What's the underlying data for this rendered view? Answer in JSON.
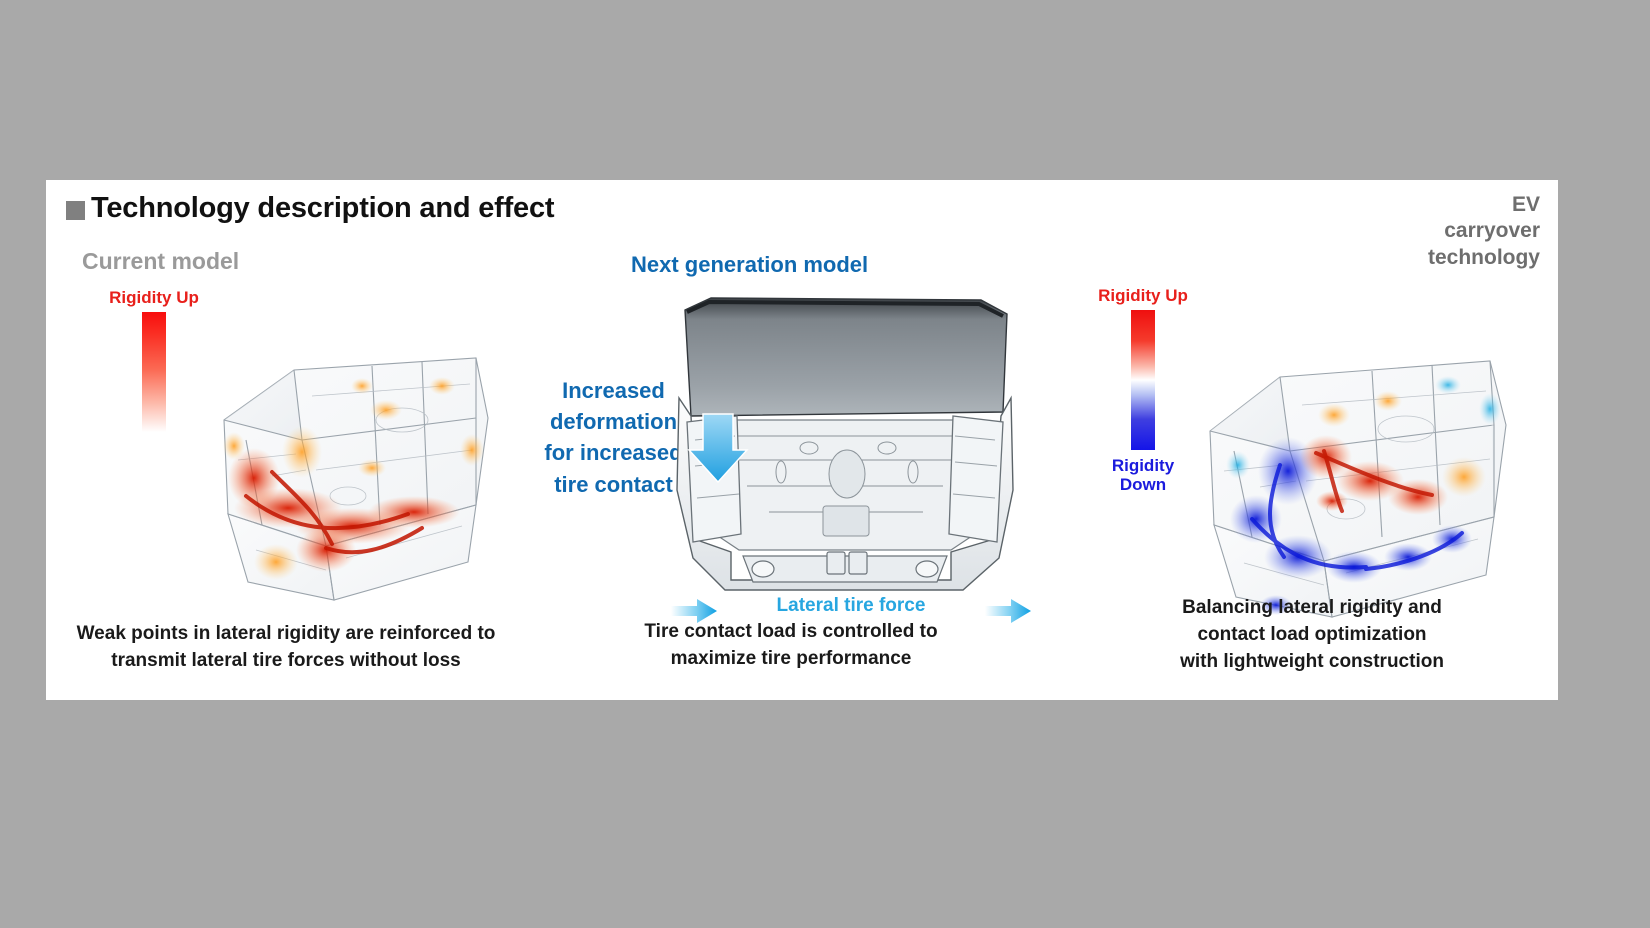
{
  "header": {
    "bullet": "square-bullet",
    "title": "Technology description and effect",
    "ev_tag_line1": "EV",
    "ev_tag_line2": "carryover",
    "ev_tag_line3": "technology"
  },
  "colors": {
    "background": "#a9a9a9",
    "panel": "#ffffff",
    "title": "#111111",
    "muted_label": "#9a9a9a",
    "accent_blue": "#1069b0",
    "cyan": "#27a6e0",
    "rigidity_up": "#e8201b",
    "rigidity_down": "#1b1bdd",
    "bullet_gray": "#808080"
  },
  "left_panel": {
    "label": "Current model",
    "legend": {
      "top_label": "Rigidity Up",
      "bar": "red-to-white-gradient"
    },
    "render_alt": "current-model-body-structure-rigidity-map",
    "caption_line1": "Weak points in lateral rigidity are reinforced to",
    "caption_line2": "transmit lateral tire forces without loss"
  },
  "mid_panel": {
    "label": "Next generation model",
    "note_line1": "Increased",
    "note_line2": "deformation",
    "note_line3": "for increased",
    "note_line4": "tire contact",
    "render_alt": "next-generation-rear-body-cutaway",
    "down_arrow": "down-arrow-icon",
    "force_label": "Lateral tire force",
    "arrow_left": "left-tire-force-arrow",
    "arrow_right": "right-tire-force-arrow",
    "caption_line1": "Tire contact load is controlled to",
    "caption_line2": "maximize tire performance"
  },
  "right_panel": {
    "legend": {
      "top_label": "Rigidity Up",
      "bottom_label_line1": "Rigidity",
      "bottom_label_line2": "Down",
      "bar": "red-white-blue-gradient"
    },
    "render_alt": "next-generation-body-structure-rigidity-map",
    "caption_line1": "Balancing lateral rigidity and",
    "caption_line2": "contact load optimization",
    "caption_line3": "with lightweight construction"
  }
}
